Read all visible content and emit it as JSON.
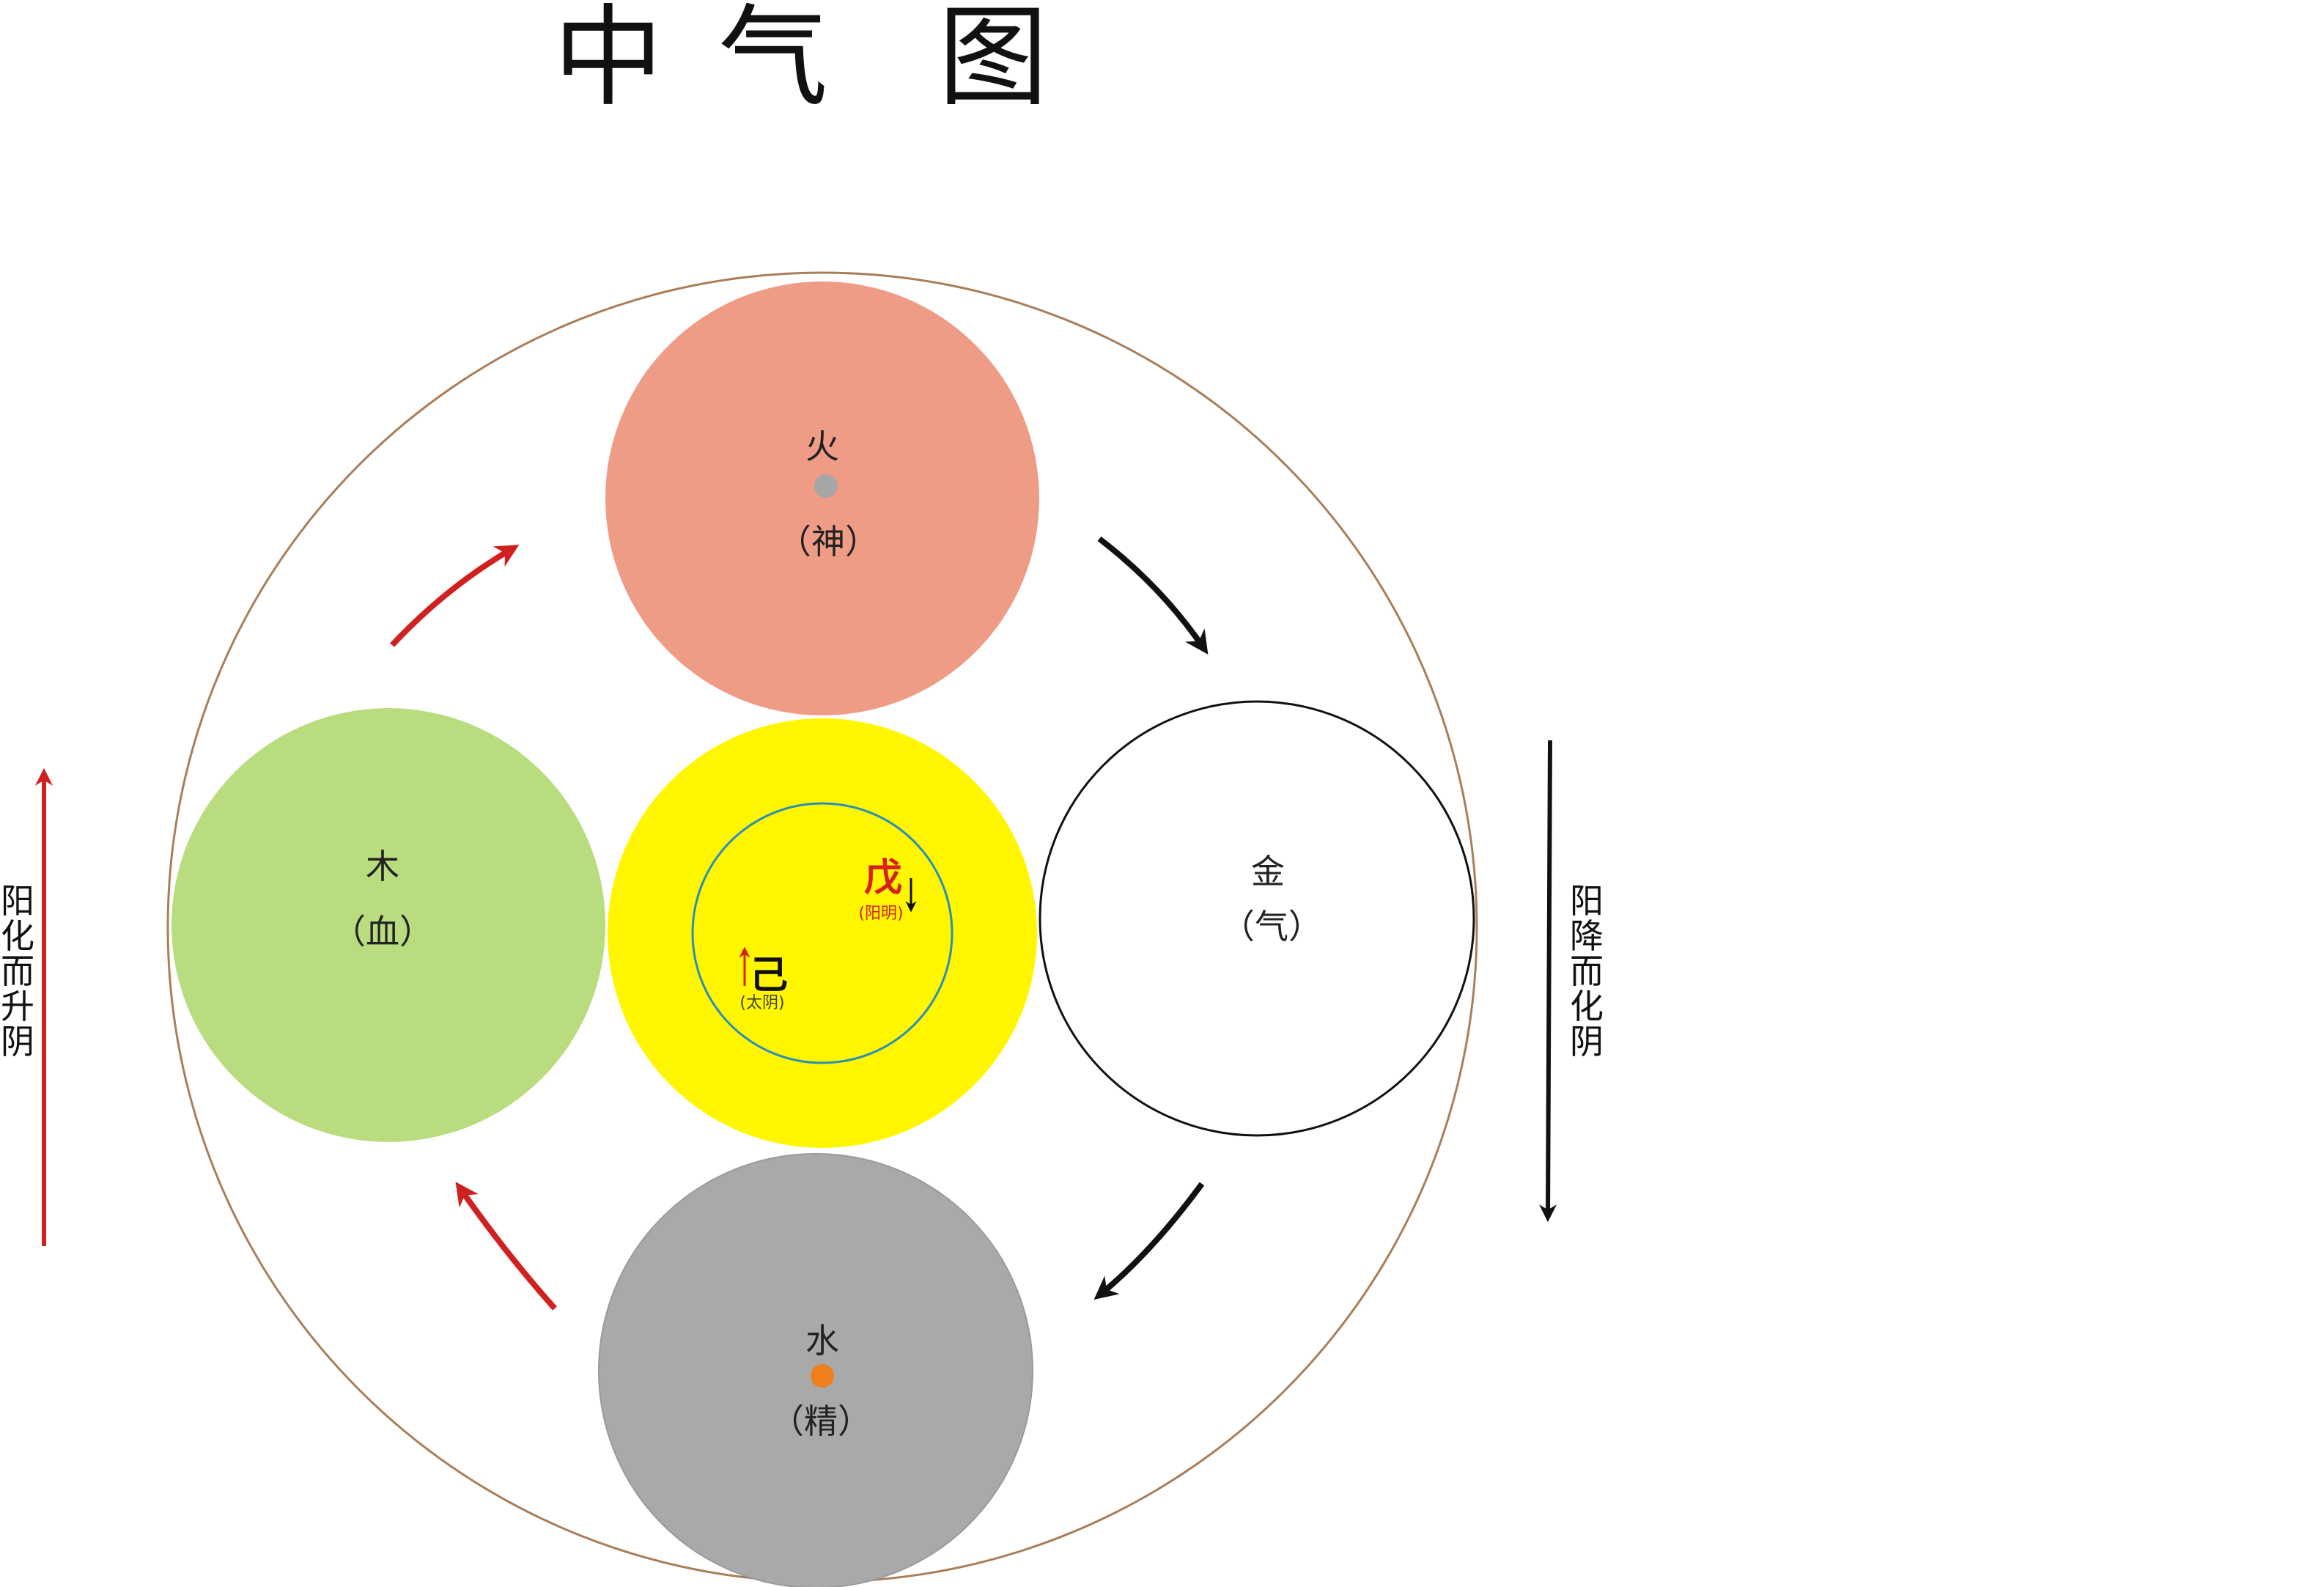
{
  "title": [
    "中",
    "气",
    "图"
  ],
  "elements": {
    "fire": {
      "name": "火",
      "organ": "（神）",
      "fill": "#ef9c86",
      "dot": "#a6a6a6"
    },
    "wood": {
      "name": "木",
      "organ": "（血）",
      "fill": "#b8dc7e"
    },
    "earth": {
      "fill": "#fff600",
      "ring": "#2a8fb8"
    },
    "metal": {
      "name": "金",
      "organ": "（气）",
      "fill": "#ffffff",
      "stroke": "#111111"
    },
    "water": {
      "name": "水",
      "organ": "（精）",
      "fill": "#a9a9a9",
      "dot": "#f07f1e"
    }
  },
  "stems": {
    "wu": {
      "name": "戊",
      "sub": "(阳明)",
      "color": "#d82020",
      "arrow": "down",
      "arrow_color": "#111111"
    },
    "ji": {
      "name": "己",
      "sub": "(太阴)",
      "color": "#111111",
      "sub_color": "#444444",
      "arrow": "up",
      "arrow_color": "#d82020"
    }
  },
  "side_labels": {
    "left": {
      "chars": [
        "阳",
        "化",
        "而",
        "升",
        "阴"
      ],
      "arrow_color": "#d02020"
    },
    "right": {
      "chars": [
        "阳",
        "降",
        "而",
        "化",
        "阴"
      ],
      "arrow_color": "#111111"
    }
  },
  "colors": {
    "outer_circle": "#a97f5a",
    "ascending_arrow": "#d02020",
    "descending_arrow": "#111111"
  }
}
